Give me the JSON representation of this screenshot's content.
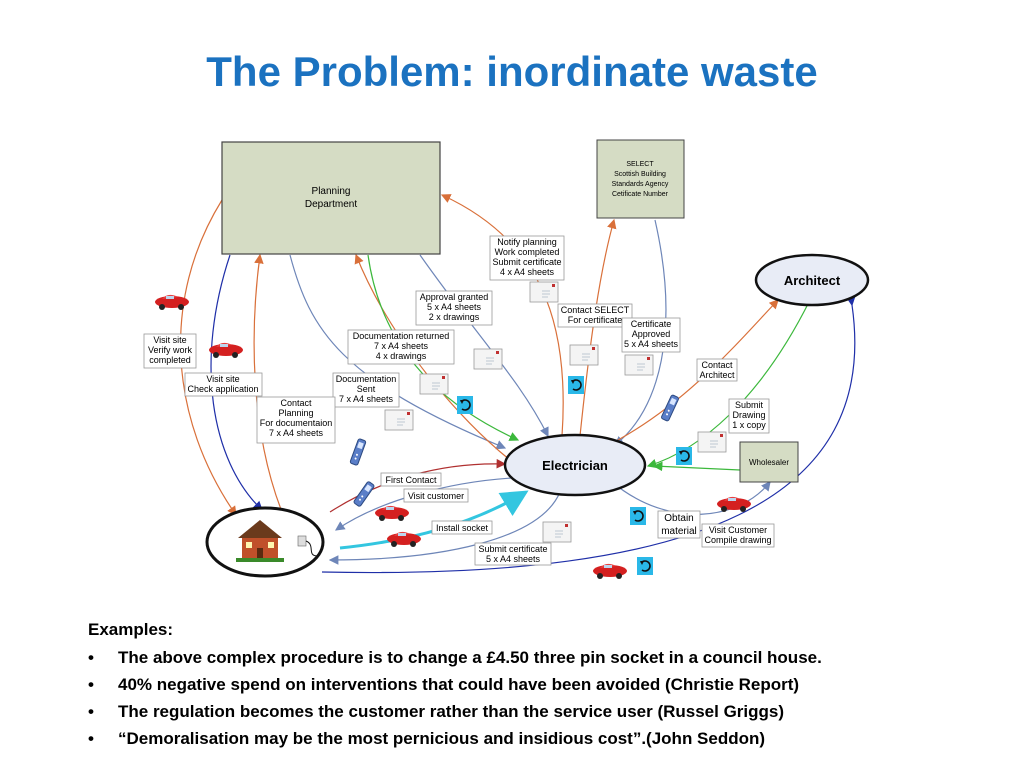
{
  "title": "The Problem:  inordinate waste",
  "nodes": {
    "planning": [
      "Planning",
      "Department"
    ],
    "select": [
      "SELECT",
      "Scottish Building",
      "Standards Agency",
      "Cetificate Number"
    ],
    "architect": "Architect",
    "electrician": "Electrician",
    "wholesaler": "Wholesaler"
  },
  "labels": {
    "notify": [
      "Notify planning",
      "Work completed",
      "Submit certificate",
      "4 x A4 sheets"
    ],
    "approval": [
      "Approval granted",
      "5 x A4 sheets",
      "2 x drawings"
    ],
    "doc_returned": [
      "Documentation returned",
      "7 x A4 sheets",
      "4 x drawings"
    ],
    "doc_sent": [
      "Documentation",
      "Sent",
      "7 x A4 sheets"
    ],
    "contact_planning": [
      "Contact",
      "Planning",
      "For documentaion",
      "7 x A4 sheets"
    ],
    "visit_verify": [
      "Visit site",
      "Verify work",
      "completed"
    ],
    "visit_check": [
      "Visit site",
      "Check application"
    ],
    "contact_select": [
      "Contact SELECT",
      "For certificate"
    ],
    "cert_approved": [
      "Certificate",
      "Approved",
      "5 x A4 sheets"
    ],
    "contact_architect": [
      "Contact",
      "Architect"
    ],
    "submit_drawing": [
      "Submit",
      "Drawing",
      "1 x copy"
    ],
    "first_contact": "First Contact",
    "visit_customer": "Visit customer",
    "install_socket": "Install socket",
    "submit_cert": [
      "Submit certificate",
      "5 x A4 sheets"
    ],
    "obtain": [
      "Obtain",
      "material"
    ],
    "visit_compile": [
      "Visit Customer",
      "Compile drawing"
    ]
  },
  "examples": {
    "heading": "Examples:",
    "items": [
      "The above complex procedure  is to change a £4.50 three pin socket in a council house.",
      "40% negative spend on interventions that could have been avoided (Christie Report)",
      "The regulation becomes the customer rather than the service user (Russel Griggs)",
      "“Demoralisation may be the most pernicious and insidious cost”.(John Seddon)"
    ]
  },
  "colors": {
    "title": "#1b72c0",
    "orange_arrow": "#d9703a",
    "blue_arrow": "#6e86b8",
    "dark_blue_arrow": "#1f2fa8",
    "green_arrow": "#3cb83c",
    "red_arrow": "#b03030",
    "cyan_arrow": "#33c6e0",
    "box_fill": "#d5dcc4",
    "ellipse_fill": "#e8ecf6"
  }
}
